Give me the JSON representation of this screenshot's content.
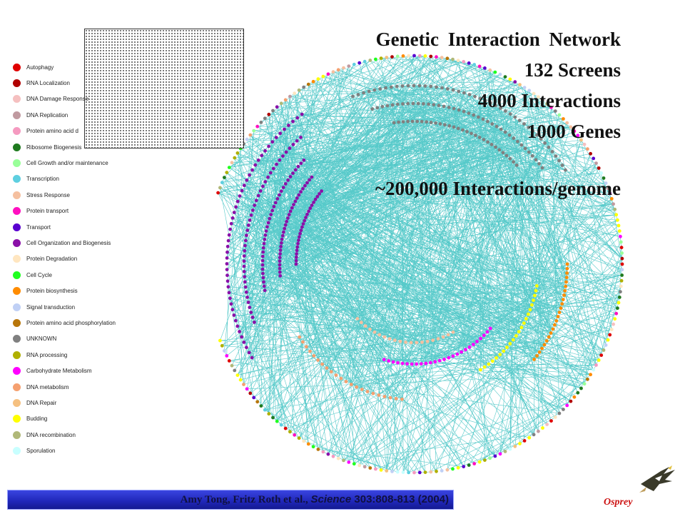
{
  "title": {
    "line1": "Genetic Interaction  Network",
    "line2": "132 Screens",
    "line3": "4000 Interactions",
    "line4": "1000 Genes",
    "line5": "~200,000 Interactions/genome"
  },
  "legend": {
    "items": [
      {
        "label": "Autophagy",
        "color": "#e00000"
      },
      {
        "label": "RNA Localization",
        "color": "#b00000"
      },
      {
        "label": "DNA Damage Response",
        "color": "#f5c0c0"
      },
      {
        "label": "DNA Replication",
        "color": "#c09aa0"
      },
      {
        "label": "Protein amino acid d",
        "color": "#f59ac0"
      },
      {
        "label": "Ribosome Biogenesis",
        "color": "#1f7a1f"
      },
      {
        "label": "Cell Growth and/or maintenance",
        "color": "#99ff99"
      },
      {
        "label": "Transcription",
        "color": "#5ecfe0"
      },
      {
        "label": "Stress Response",
        "color": "#f5c0a0"
      },
      {
        "label": "Protein transport",
        "color": "#ff10c0"
      },
      {
        "label": "Transport",
        "color": "#5a00d0"
      },
      {
        "label": "Cell Organization and Biogenesis",
        "color": "#8a10a8"
      },
      {
        "label": "Protein Degradation",
        "color": "#ffe6c0"
      },
      {
        "label": "Cell Cycle",
        "color": "#20ff20"
      },
      {
        "label": "Protein biosynthesis",
        "color": "#ff8c00"
      },
      {
        "label": "Signal transduction",
        "color": "#c0d0f5"
      },
      {
        "label": "Protein amino acid phosphorylation",
        "color": "#b8760a"
      },
      {
        "label": "UNKNOWN",
        "color": "#808080"
      },
      {
        "label": "RNA processing",
        "color": "#b0b000"
      },
      {
        "label": "Carbohydrate Metabolism",
        "color": "#ff00ff"
      },
      {
        "label": "DNA metabolism",
        "color": "#f5a070"
      },
      {
        "label": "DNA Repair",
        "color": "#f5c080"
      },
      {
        "label": "Budding",
        "color": "#ffff00"
      },
      {
        "label": "DNA recombination",
        "color": "#b0b878"
      },
      {
        "label": "Sporulation",
        "color": "#c8ffff"
      }
    ]
  },
  "network": {
    "edge_color": "#1fb8b8"
  },
  "footer": {
    "authors": "Amy Tong, Fritz Roth et al., ",
    "journal": "Science",
    "reference": " 303:808-813 (2004)",
    "bar_color": "#2530d0"
  },
  "logo": {
    "text": "Osprey",
    "icon": "osprey-bird-icon",
    "text_color": "#cc1010"
  }
}
